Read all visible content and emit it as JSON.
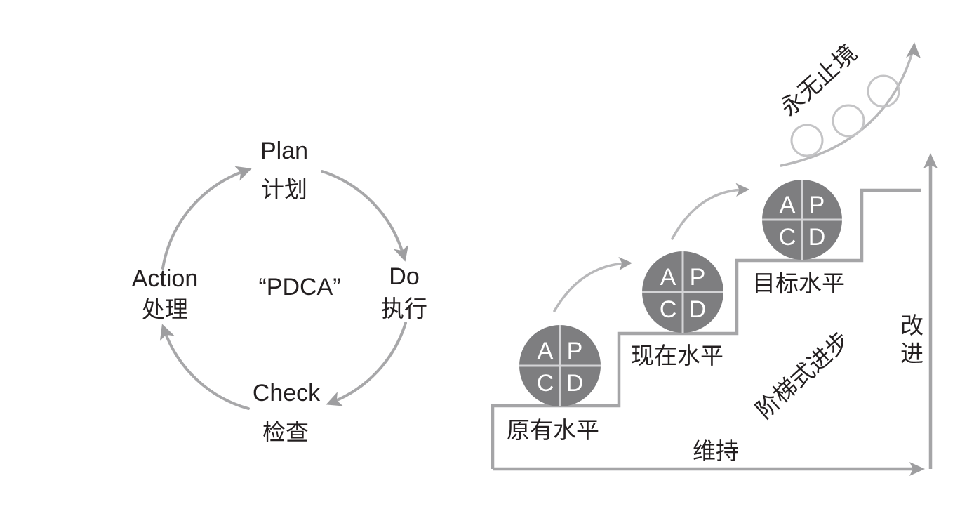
{
  "cycle": {
    "center_label": "“PDCA”",
    "stages": [
      {
        "key": "plan",
        "en": "Plan",
        "zh": "计划"
      },
      {
        "key": "do",
        "en": "Do",
        "zh": "执行"
      },
      {
        "key": "check",
        "en": "Check",
        "zh": "检查"
      },
      {
        "key": "action",
        "en": "Action",
        "zh": "处理"
      }
    ],
    "flow": [
      "Plan → Do",
      "Do → Check",
      "Check → Action",
      "Action → Plan"
    ]
  },
  "staircase": {
    "levels": [
      {
        "label": "原有水平",
        "quadrants": {
          "tl": "A",
          "tr": "P",
          "bl": "C",
          "br": "D"
        }
      },
      {
        "label": "现在水平",
        "quadrants": {
          "tl": "A",
          "tr": "P",
          "bl": "C",
          "br": "D"
        }
      },
      {
        "label": "目标水平",
        "quadrants": {
          "tl": "A",
          "tr": "P",
          "bl": "C",
          "br": "D"
        }
      }
    ],
    "horizontal_axis_label": "维持",
    "vertical_axis_label": [
      "改",
      "进"
    ],
    "diagonal_label": "阶梯式进步",
    "endless_label": "永无止境",
    "endless_ring_count": 3
  },
  "colors": {
    "text": "#231f20",
    "arrow": "#a7a7a9",
    "disc": "#7e7e80",
    "disc_divider": "#d4d4d6",
    "disc_letter": "#ffffff"
  }
}
